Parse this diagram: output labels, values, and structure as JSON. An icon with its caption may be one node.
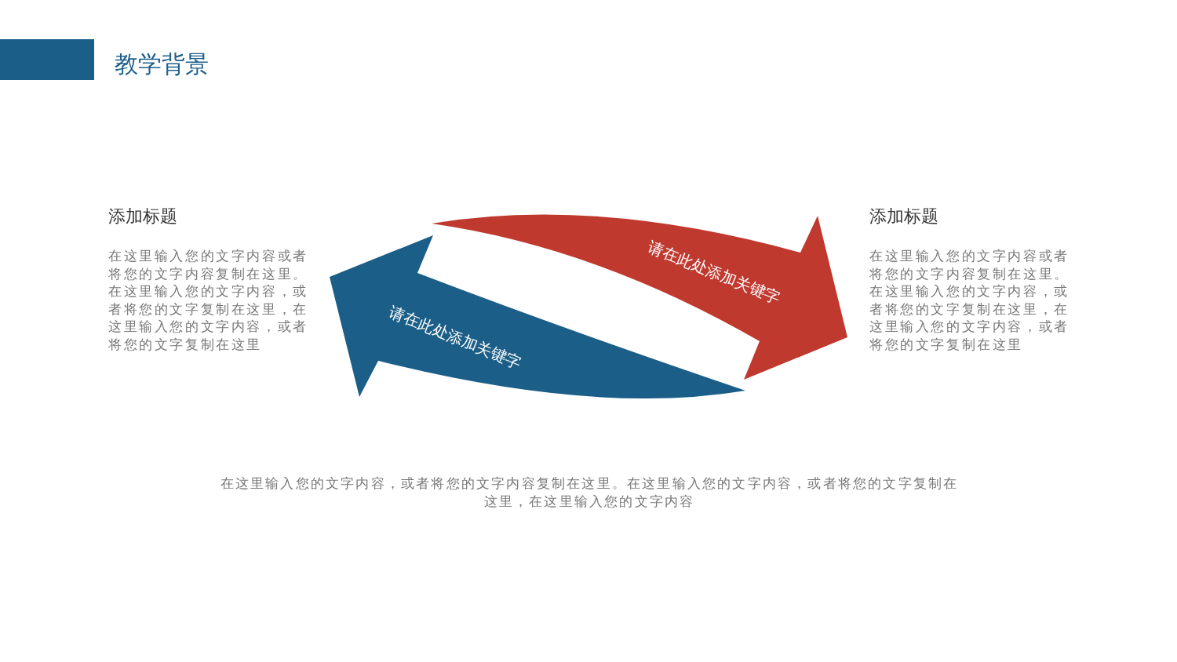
{
  "diagram": {
    "title": "教学背景",
    "nodes": [
      {
        "text": [
          "请在此处添加关键字"
        ]
      },
      {
        "text": [
          "请在此处添加关键字"
        ]
      }
    ],
    "labels": [
      "添加标题",
      "在这里输入您的文字内容或者将您的文字内容复制在这里。在这里输入您的文字内容，或者将您的文字复制在这里，在这里输入您的文字内容，或者将您的文字复制在这里",
      "添加标题",
      "在这里输入您的文字内容或者将您的文字内容复制在这里。在这里输入您的文字内容，或者将您的文字复制在这里，在这里输入您的文字内容，或者将您的文字复制在这里",
      "在这里输入您的文字内容，或者将您的文字内容复制在这里。在这里输入您的文字内容，或者将您的文字复制在这里，在这里输入您的文字内容"
    ]
  }
}
